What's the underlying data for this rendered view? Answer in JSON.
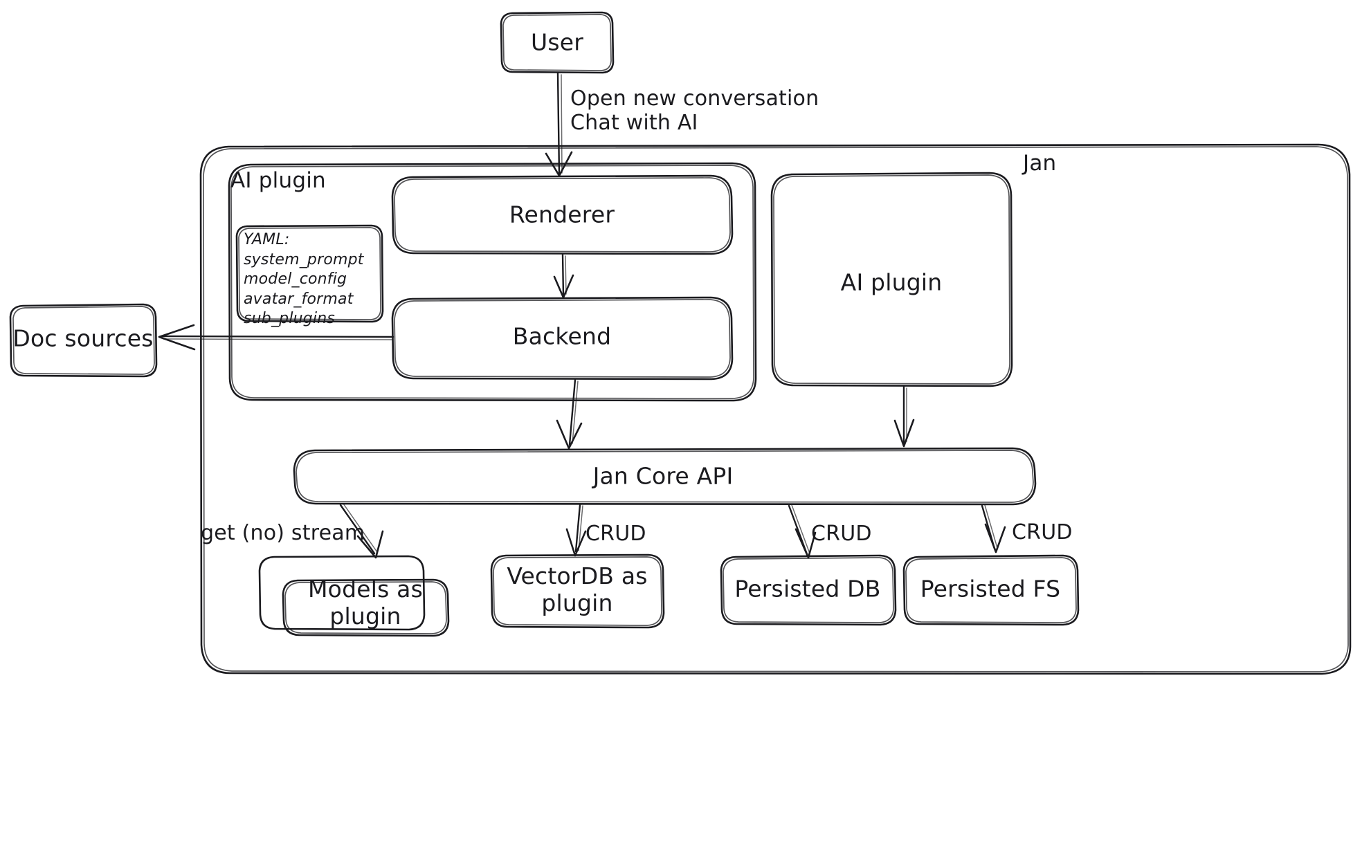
{
  "diagram": {
    "title": "Jan architecture sketch",
    "style": "hand-drawn",
    "stroke_color": "#1b1b1f",
    "background_color": "#ffffff"
  },
  "nodes": {
    "user": {
      "label": "User"
    },
    "jan_container": {
      "label": "Jan"
    },
    "ai_plugin_group": {
      "label": "AI plugin"
    },
    "yaml_box": {
      "label": "YAML:\nsystem_prompt\nmodel_config\navatar_format\nsub_plugins"
    },
    "renderer": {
      "label": "Renderer"
    },
    "backend": {
      "label": "Backend"
    },
    "ai_plugin_node": {
      "label": "AI plugin"
    },
    "doc_sources": {
      "label": "Doc sources"
    },
    "jan_core_api": {
      "label": "Jan Core API"
    },
    "models_plugin": {
      "label": "Models as\nplugin"
    },
    "vectordb_plugin": {
      "label": "VectorDB as\nplugin"
    },
    "persisted_db": {
      "label": "Persisted DB"
    },
    "persisted_fs": {
      "label": "Persisted FS"
    }
  },
  "edges": {
    "user_to_renderer": {
      "label": "Open new conversation\nChat with AI"
    },
    "renderer_to_backend": {
      "label": ""
    },
    "backend_to_docsources": {
      "label": ""
    },
    "backend_to_core": {
      "label": ""
    },
    "aiplugin_to_core": {
      "label": ""
    },
    "core_to_models": {
      "label": "get (no) stream"
    },
    "core_to_vectordb": {
      "label": "CRUD"
    },
    "core_to_persisteddb": {
      "label": "CRUD"
    },
    "core_to_persistedfs": {
      "label": "CRUD"
    }
  }
}
